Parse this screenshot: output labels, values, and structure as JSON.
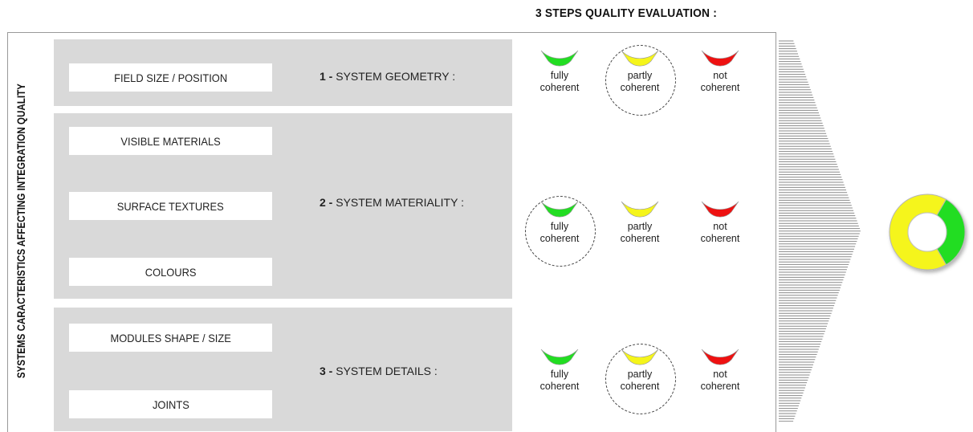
{
  "title": "3 STEPS QUALITY EVALUATION :",
  "side_label": "SYSTEMS CARACTERISTICS AFFECTING INTEGRATION QUALITY",
  "groups": [
    {
      "num": "1 -",
      "step": "SYSTEM GEOMETRY :",
      "items": [
        "FIELD SIZE / POSITION"
      ],
      "selected": "partly coherent"
    },
    {
      "num": "2 -",
      "step": "SYSTEM MATERIALITY :",
      "items": [
        "VISIBLE MATERIALS",
        "SURFACE TEXTURES",
        "COLOURS"
      ],
      "selected": "fully coherent"
    },
    {
      "num": "3 -",
      "step": "SYSTEM DETAILS :",
      "items": [
        "MODULES SHAPE / SIZE",
        "JOINTS"
      ],
      "selected": "partly coherent"
    }
  ],
  "evaluation_options": [
    {
      "line1": "fully",
      "line2": "coherent",
      "color": "#22dd22"
    },
    {
      "line1": "partly",
      "line2": "coherent",
      "color": "#f5f51a"
    },
    {
      "line1": "not",
      "line2": "coherent",
      "color": "#ee1111"
    }
  ],
  "result": {
    "segments": [
      {
        "rating": "fully coherent",
        "fraction": 0.333,
        "color": "#22dd22"
      },
      {
        "rating": "partly coherent",
        "fraction": 0.667,
        "color": "#f5f51a"
      }
    ]
  }
}
